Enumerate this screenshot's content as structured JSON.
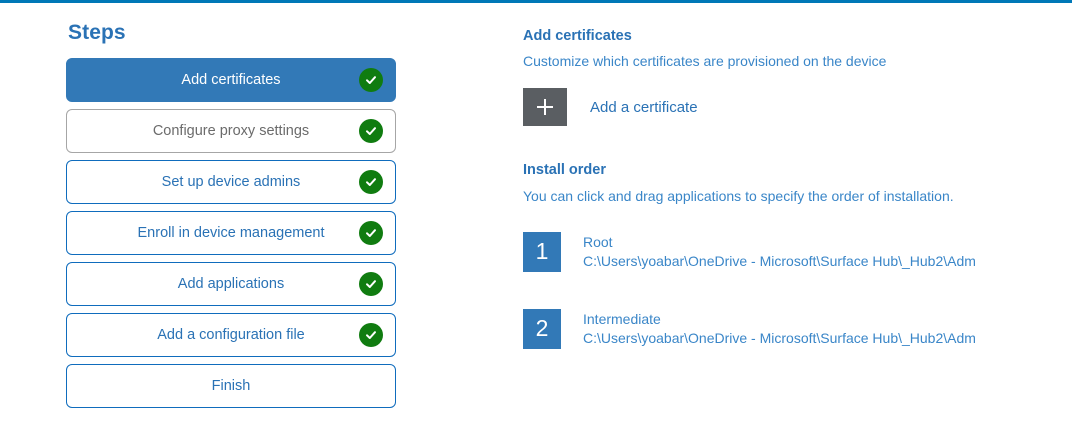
{
  "theme": {
    "accent_rule": "#0078b7",
    "active_step_bg": "#3279b7",
    "link_blue": "#2a72b5",
    "text_blue": "#3a86c8",
    "muted_gray": "#6b6b6b",
    "check_green": "#107c10",
    "add_tile_gray": "#5a5e62"
  },
  "steps_pane": {
    "title": "Steps",
    "items": [
      {
        "label": "Add certificates",
        "state": "active",
        "completed": true
      },
      {
        "label": "Configure proxy settings",
        "state": "muted",
        "completed": true
      },
      {
        "label": "Set up device admins",
        "state": "default",
        "completed": true
      },
      {
        "label": "Enroll in device management",
        "state": "default",
        "completed": true
      },
      {
        "label": "Add applications",
        "state": "default",
        "completed": true
      },
      {
        "label": "Add a configuration file",
        "state": "default",
        "completed": true
      },
      {
        "label": "Finish",
        "state": "default",
        "completed": false
      }
    ]
  },
  "detail_pane": {
    "heading": "Add certificates",
    "subheading": "Customize which certificates are provisioned on the device",
    "add_certificate_label": "Add a certificate",
    "install_order": {
      "heading": "Install order",
      "subheading": "You can click and drag applications to specify the order of installation.",
      "items": [
        {
          "number": "1",
          "name": "Root",
          "path": "C:\\Users\\yoabar\\OneDrive - Microsoft\\Surface Hub\\_Hub2\\Adm"
        },
        {
          "number": "2",
          "name": "Intermediate",
          "path": "C:\\Users\\yoabar\\OneDrive - Microsoft\\Surface Hub\\_Hub2\\Adm"
        }
      ]
    }
  }
}
